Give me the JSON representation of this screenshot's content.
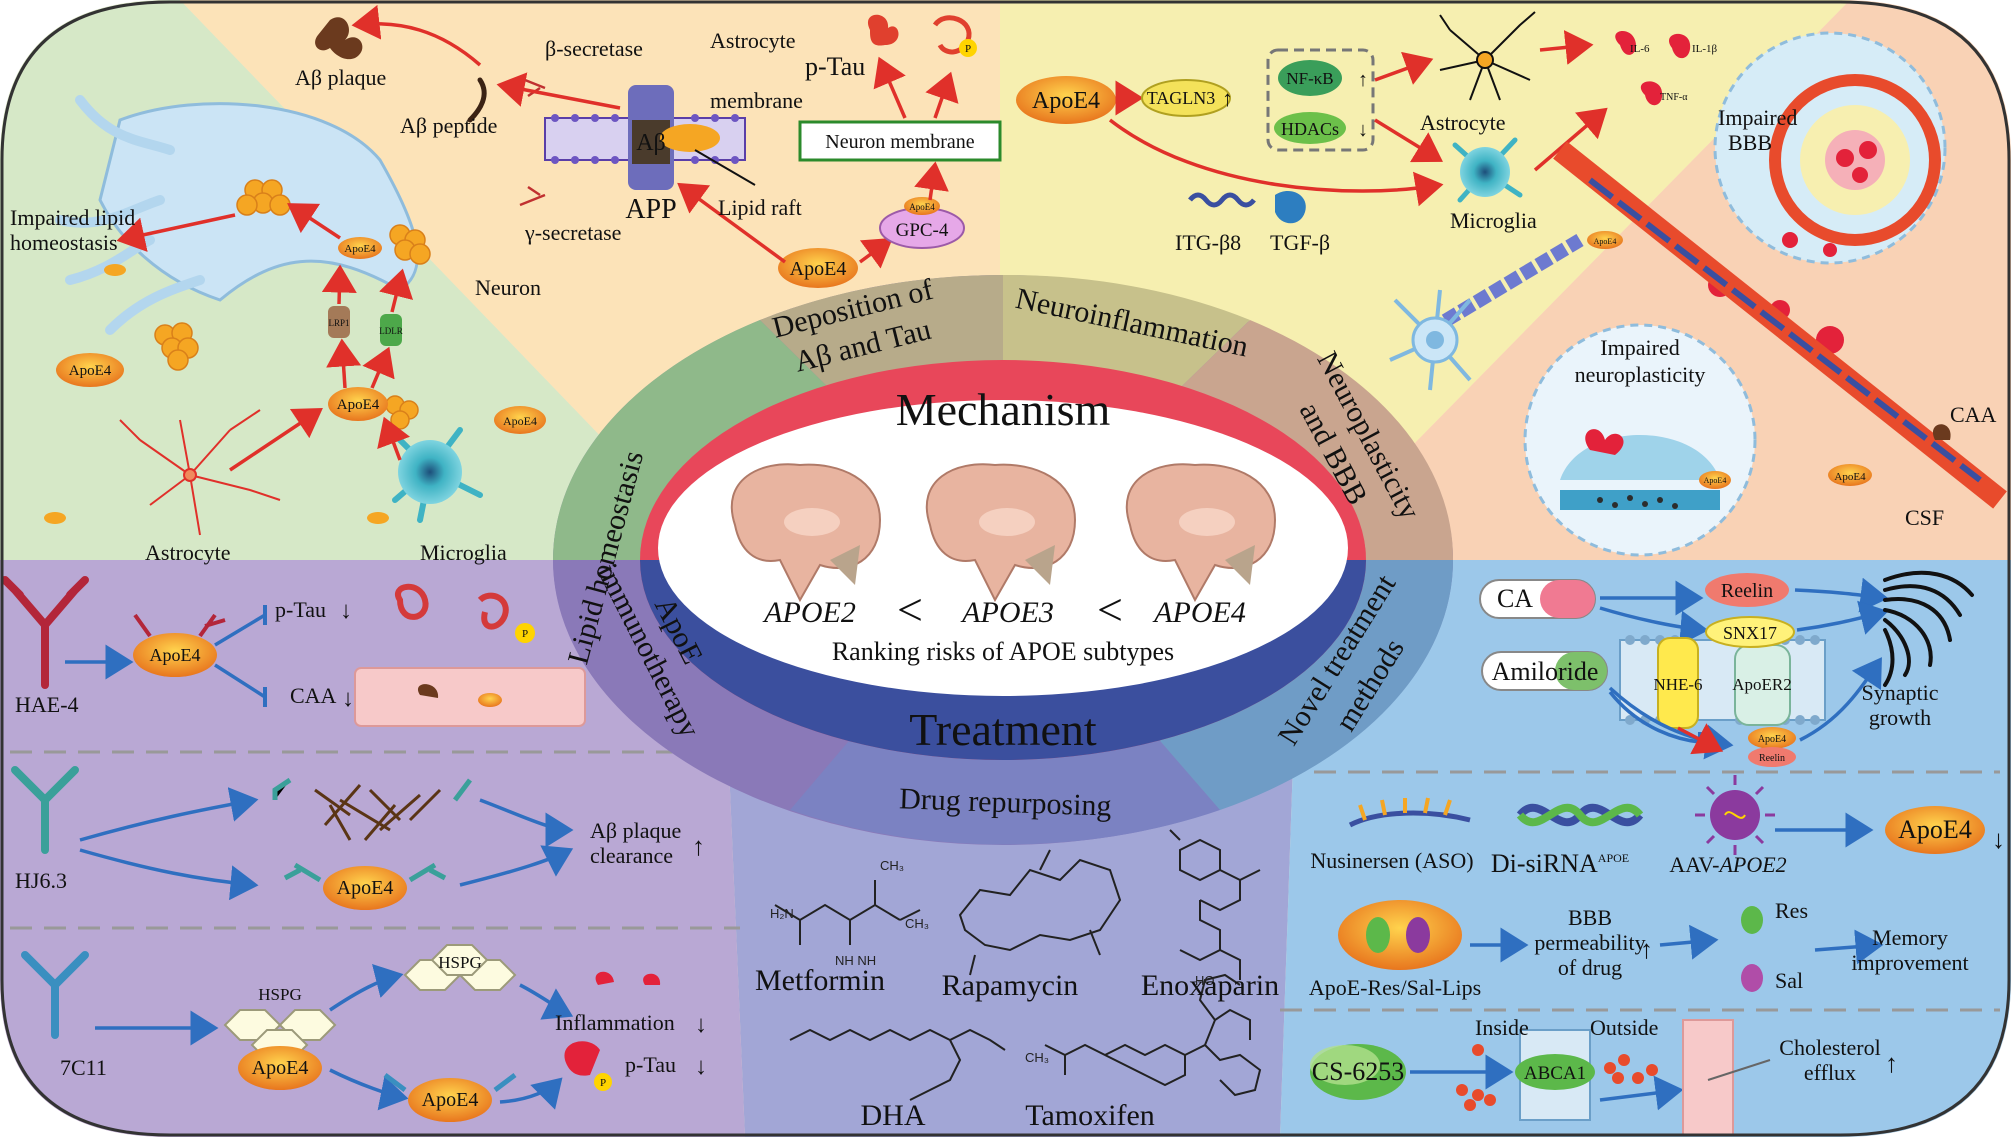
{
  "mechanism": {
    "center_title": "Mechanism",
    "sectors": [
      "Lipid homeostasis",
      "Deposition of",
      "Aβ and Tau",
      "Neuroinflammation",
      "Neuroplasticity",
      "and BBB"
    ],
    "lipid": {
      "impaired_1": "Impaired lipid",
      "impaired_2": "homeostasis",
      "neuron": "Neuron",
      "apoe4": "ApoE4",
      "lrp1": "LRP1",
      "ldlr": "LDLR",
      "astrocyte": "Astrocyte",
      "microglia": "Microglia"
    },
    "abeta": {
      "plaque": "Aβ plaque",
      "peptide": "Aβ peptide",
      "beta_secretase": "β-secretase",
      "gamma_secretase": "γ-secretase",
      "astro_membrane_1": "Astrocyte",
      "astro_membrane_2": "membrane",
      "abeta": "Aβ",
      "app": "APP",
      "lipid_raft": "Lipid raft",
      "ptau": "p-Tau",
      "neuron_membrane": "Neuron membrane",
      "apoe4": "ApoE4",
      "gpc4": "GPC-4",
      "p": "P"
    },
    "inflammation": {
      "apoe4": "ApoE4",
      "tagln3": "TAGLN3",
      "nfkb": "NF-κB",
      "hdacs": "HDACs",
      "astrocyte": "Astrocyte",
      "microglia": "Microglia",
      "il6": "IL-6",
      "il1b": "IL-1β",
      "tnfa": "TNF-α",
      "itg": "ITG-β8",
      "tgf": "TGF-β"
    },
    "bbb": {
      "impaired_bbb_1": "Impaired",
      "impaired_bbb_2": "BBB",
      "impaired_np_1": "Impaired",
      "impaired_np_2": "neuroplasticity",
      "caa": "CAA",
      "csf": "CSF",
      "apoe4": "ApoE4"
    }
  },
  "brains": {
    "labels": [
      "APOE2",
      "APOE3",
      "APOE4"
    ],
    "lt": "<",
    "caption": "Ranking risks of APOE subtypes"
  },
  "treatment": {
    "center_title": "Treatment",
    "sectors": [
      "ApoE",
      "immunotherapy",
      "Drug repurposing",
      "Novel treatment",
      "methods"
    ],
    "immuno": {
      "hae4": "HAE-4",
      "apoe4": "ApoE4",
      "ptau": "p-Tau",
      "caa": "CAA",
      "hj63": "HJ6.3",
      "plaque_1": "Aβ plaque",
      "plaque_2": "clearance",
      "c7c11": "7C11",
      "hspg": "HSPG",
      "inflammation": "Inflammation",
      "p": "P"
    },
    "drugs": [
      "Metformin",
      "Rapamycin",
      "Enoxaparin",
      "DHA",
      "Tamoxifen"
    ],
    "novel": {
      "ca": "CA",
      "amiloride": "Amiloride",
      "reelin": "Reelin",
      "snx17": "SNX17",
      "nhe6": "NHE-6",
      "apoer2": "ApoER2",
      "synaptic_1": "Synaptic",
      "synaptic_2": "growth",
      "apoe4": "ApoE4",
      "nusinersen": "Nusinersen (ASO)",
      "disirna": "Di-siRNA",
      "disirna_sup": "APOE",
      "aav": "AAV-",
      "aav_it": "APOE2",
      "apoe4_big": "ApoE4",
      "bbb_1": "BBB",
      "bbb_2": "permeability",
      "bbb_3": "of drug",
      "res": "Res",
      "sal": "Sal",
      "memory_1": "Memory",
      "memory_2": "improvement",
      "lips": "ApoE-Res/Sal-Lips",
      "inside": "Inside",
      "outside": "Outside",
      "cs": "CS-6253",
      "abca1": "ABCA1",
      "chol_1": "Cholesterol",
      "chol_2": "efflux"
    }
  },
  "arrows": {
    "up": "↑",
    "down": "↓"
  },
  "colors": {
    "apoe4": "#e8761e",
    "red_arrow": "#e0302a",
    "blue_arrow": "#2f6fc0",
    "mechanism_band": "#e8475a",
    "treatment_band": "#3b4f9e"
  }
}
